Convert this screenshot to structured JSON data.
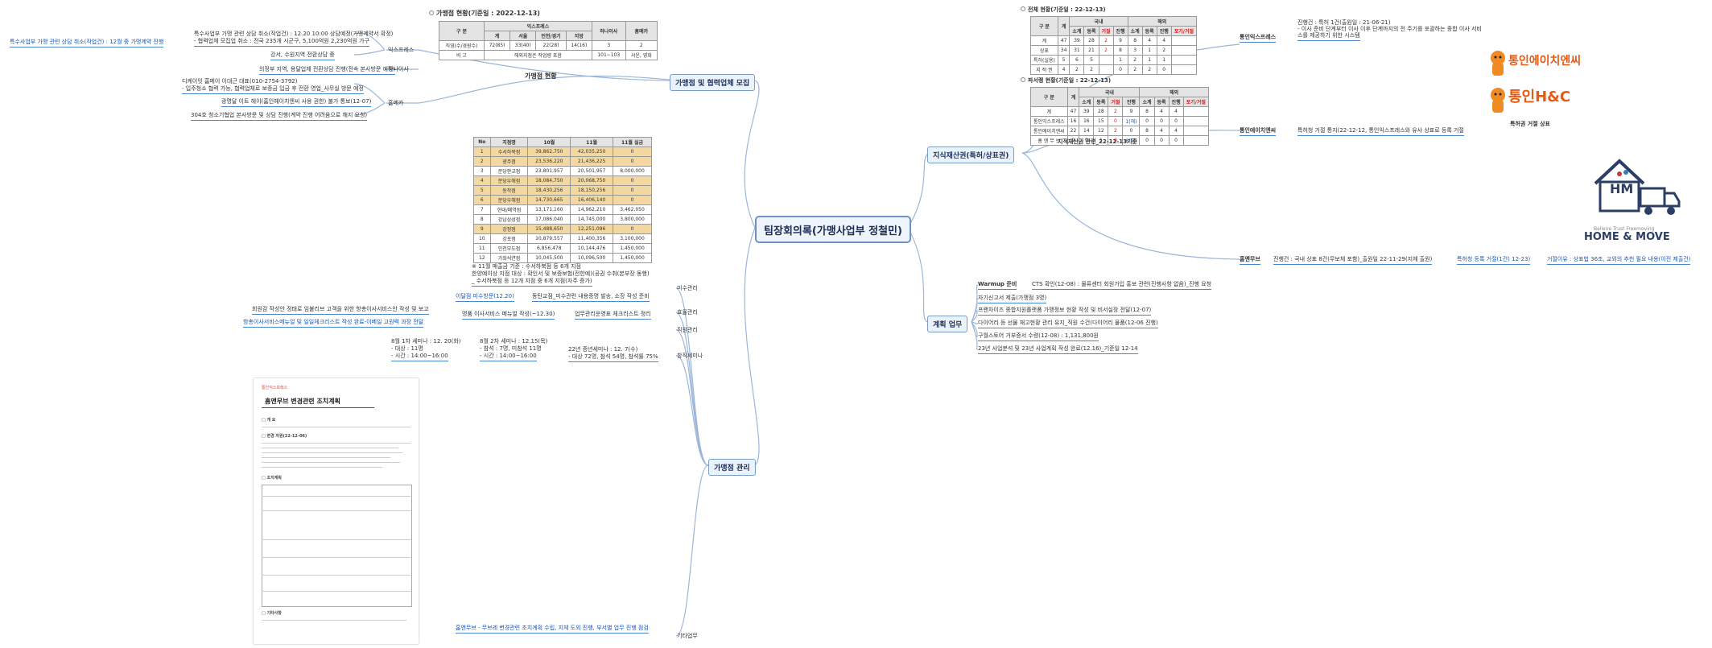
{
  "center_title": "팀장회의록(가맹사업부 정철민)",
  "branches": {
    "franchise": "가맹점 및 협력업체 모집",
    "ip": "지식재산권(특허/상표권)",
    "plan": "계획 업무",
    "manage": "가맹점 관리"
  },
  "franchise_status": {
    "heading": "가맹점 현황(기준일 : 2022-12-13)",
    "caption": "가맹점 현황",
    "header_row1": [
      "구 분",
      "익스프레스",
      "",
      "",
      "",
      "하나이사",
      "홈메카"
    ],
    "header_row2": [
      "계",
      "서울",
      "인천/경기",
      "지방"
    ],
    "rows": [
      [
        "직영(수/경원수)",
        "72(85)",
        "33(40)",
        "22(28)",
        "14(16)",
        "3",
        "2"
      ],
      [
        "비 고",
        "",
        "해외지점은 작업량 포함",
        "",
        "",
        "101~103",
        "서운, 영화"
      ]
    ]
  },
  "franchise_items": {
    "express_label": "익스프레스",
    "hana_label": "하나이사",
    "homemeca_label": "홈메카",
    "left_note": "특수사업부 가맹 관련 상담 취소(작업건) : 12월 중 가맹계약 진행",
    "lines": [
      "특수사업부 가맹 관련 상담 취소(작업건) : 12.20 10:00 상담예정(가맹계약서 확정)",
      "- 협력업체 모집업 취소 : 전국 235개 시군구, 5,100억원 2,230억원 가구",
      "강서, 수원지역 전환상담 중",
      "의정부 지역, 용달업체 전환상담 진행(전속 본사방문 예정)",
      "디케이잇 홈메이 이대근 대표(010-2754-3792)",
      "- 입주청소 협력 가능, 협력업체로 보증금 입금 후 전환 영업_사무실 방문 예정",
      "광명달 이트 헤이(홈인헤이치엔씨 사용 권한) 불가 통보(12-07)",
      "304호 청소기협업 본사방문 및 상담 진행(계약 진행 어려움으로 해지 요청)"
    ]
  },
  "ip": {
    "patent_heading": "전체 현황(기준일 : 22-12-13)",
    "trademark_heading": "파서랭 현황(기준일 : 22-12-13)",
    "caption": "지적재산권 관련_22-12-13기준",
    "patent_header": [
      "구 분",
      "계",
      "국내",
      "",
      "",
      "",
      "해외",
      "",
      "",
      ""
    ],
    "patent_sub": [
      "",
      "",
      "소계",
      "등록",
      "거절",
      "진행",
      "소계",
      "등록",
      "진행",
      "포기/거절"
    ],
    "patent_rows": [
      [
        "계",
        "47",
        "39",
        "28",
        "2",
        "9",
        "8",
        "4",
        "4",
        ""
      ],
      [
        "상표",
        "34",
        "31",
        "21",
        "2",
        "8",
        "3",
        "1",
        "2",
        ""
      ],
      [
        "특허(실용)",
        "5",
        "6",
        "5",
        "",
        "1",
        "2",
        "1",
        "1",
        ""
      ],
      [
        "지 적 권",
        "4",
        "2",
        "2",
        "",
        "0",
        "2",
        "2",
        "0",
        ""
      ]
    ],
    "trademark_rows": [
      [
        "계",
        "47",
        "39",
        "28",
        "2",
        "9",
        "8",
        "4",
        "4",
        ""
      ],
      [
        "통인익스프레스",
        "16",
        "16",
        "15",
        "0",
        "1(해)",
        "0",
        "0",
        "0",
        ""
      ],
      [
        "통인에이치엔씨",
        "22",
        "14",
        "12",
        "2",
        "0",
        "8",
        "4",
        "4",
        ""
      ],
      [
        "홈 앤 무 브",
        "9",
        "9",
        "1",
        "0",
        "8(해)",
        "0",
        "0",
        "0",
        ""
      ]
    ],
    "express_label": "통인익스프레스",
    "express_text1": "진행건 : 특허 1건(출원일 : 21-06-21)",
    "express_text2": "- 이사 준비 단계부터 이사 이후 단계까지의 전 주기를 포괄하는 종합 이사 서비",
    "express_text3": "스를 제공하기 위한 시스템",
    "hnc_label": "통인에이치엔씨",
    "hnc_text": "특허청 거절 통지(22-12-12, 통인익스프레스와 유사 상표로 등록 거절",
    "hnc_logo_caption": "특허권 거절 상표",
    "logo1_text": "통인에이치엔씨",
    "logo2_text": "통인H&C",
    "homemove_label": "홈앤무브",
    "homemove_text1": "진행건 : 국내 상표 8건(무보체 포함)_출원일 22-11-29(지체 출원)",
    "homemove_text2": "특허청 등록 거절(1건) 12-23)",
    "homemove_text3": "거절이유 : 상표법 36조, 교외의 추천 필요 내용(이전 제출건)",
    "hm_logo_mark": "HM",
    "hm_logo_tag": "Believe Trust Freemoving",
    "hm_logo_name": "HOME & MOVE"
  },
  "plan": {
    "warmup_label": "Warmup 준비",
    "warmup_text": "CTS 확인(12-08) : 물류센터 회원가입 홍보 관련(진행사항 없음)_진행 요청",
    "items": [
      "자기신고서 제출(가맹점 3명)",
      "프랜차이즈 종합지원플랫폼 가맹정보 현황 작성 및 비서실장 전달(12-07)",
      "다이어리 등 선물 재고현황 관리 유지_직원 수건(다이어리 물품(12-06 진행)",
      "구월스토어 거부증서 수령(12-08) : 1,131,800원",
      "23년 사업분석 및 23년 사업계획 작성 완료(12.16)_기준일 12-14"
    ]
  },
  "manage": {
    "rank_header": [
      "No",
      "지점명",
      "10월",
      "11월",
      "11월 실금"
    ],
    "rank_rows": [
      [
        "1",
        "수서하북점",
        "39,862,750",
        "42,035,250",
        "0"
      ],
      [
        "2",
        "광주점",
        "23,536,220",
        "21,436,225",
        "0"
      ],
      [
        "3",
        "분당판교점",
        "23,801,957",
        "20,501,957",
        "8,000,000"
      ],
      [
        "4",
        "분당우해점",
        "18,084,750",
        "20,068,750",
        "0"
      ],
      [
        "5",
        "동작점",
        "18,430,256",
        "18,150,256",
        "0"
      ],
      [
        "6",
        "분당우해점",
        "14,730,665",
        "16,406,140",
        "0"
      ],
      [
        "7",
        "현대/폐역점",
        "13,171,160",
        "14,962,210",
        "3,462,050"
      ],
      [
        "8",
        "강남삼성점",
        "17,086,040",
        "14,745,000",
        "3,800,000"
      ],
      [
        "9",
        "강정점",
        "15,488,650",
        "12,251,096",
        "0"
      ],
      [
        "10",
        "강포점",
        "10,879,557",
        "11,400,356",
        "3,100,000"
      ],
      [
        "11",
        "인천부도점",
        "6,856,478",
        "10,144,476",
        "1,450,000"
      ],
      [
        "12",
        "가좌석연점",
        "10,045,500",
        "10,096,500",
        "1,450,000"
      ]
    ],
    "rank_note1": "※ 11월 매출금 기준 : 수서하북점 등 6개 지점",
    "rank_note2": "한양예이상 지점 대상 : 확인서 및 보증보험(전한예)(공권 수취(본부장 동행)",
    "rank_note3": "_ 수서하북점 등 12개 지점 중 6개 지점(자주 증가)",
    "income_label": "미수관리",
    "income_left": "이달점 미수방문(12.20)",
    "income_text": "동탄교점_미수관련 내용증명 발송, 소장 작성 준비",
    "review_label": "회원감 작성안 정태로 임붙리브 고객을 위한 항총이사서비스안 작성 및 보고",
    "checklist_left": "항총이사서비스메뉴얼 및 일일체크리스트 작성 완료-이베일 고원력 과장 전달",
    "checklist_mid": "명품 이사서비스 메뉴얼 작성(~12.30)",
    "checklist_right": "업무관리운영표 체크리스트 정리",
    "checklist_branch": "효율관리",
    "direct_label": "직원관리",
    "seminar_label": "창직세미나",
    "seminar_a_title": "8월 1차 세미나 : 12. 20(화)",
    "seminar_a_1": "- 대상 : 11명",
    "seminar_a_2": "- 시간 : 14:00~16:00",
    "seminar_b_title": "8월 2차 세미나 : 12.15(목)",
    "seminar_b_1": "- 참석 : 7명, 미참석 11명",
    "seminar_b_2": "- 시간 : 14:00~16:00",
    "seminar_c_title": "22년 증년세미나 : 12. 7(수)",
    "seminar_c_1": "- 대상 72명, 참석 54명, 참석률 75%",
    "doc_title": "홈앤무브 변경관련 조치계획",
    "doc_sec1": "□ 개 요",
    "doc_sec2": "□ 변경 자원(22-12-06)",
    "doc_sec3": "□ 조치계획",
    "doc_sec4": "□ 기타사항",
    "doc_brand": "통인익스프레스",
    "other_label": "기타업무",
    "other_text": "홈앤무브 - 무브레 변경관련 조치계획 수립, 지체 도외 진행, 부서별 업무 진행 점검"
  }
}
